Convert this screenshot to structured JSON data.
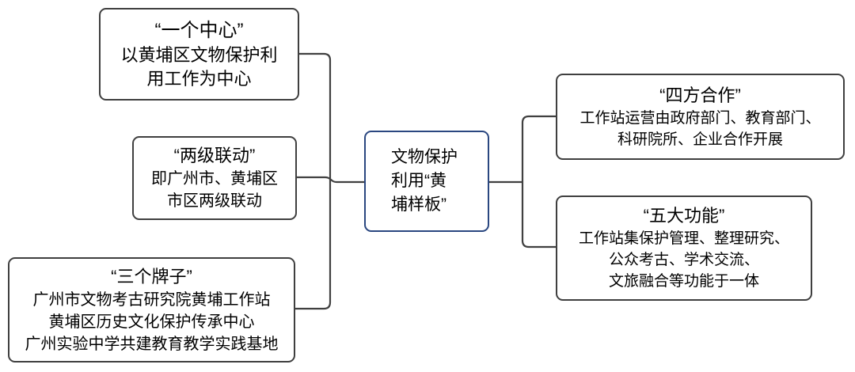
{
  "diagram": {
    "center_node": {
      "full_text": "文物保护利用“黄埔样板”",
      "lines": [
        "文物保护",
        "利用“黄",
        "埔样板”"
      ]
    },
    "left_nodes": [
      {
        "title": "“一个中心”",
        "lines": [
          "以黄埔区文物保护利",
          "用工作为中心"
        ]
      },
      {
        "title": "“两级联动”",
        "lines": [
          "即广州市、黄埔区",
          "市区两级联动"
        ]
      },
      {
        "title": "“三个牌子”",
        "lines": [
          "广州市文物考古研究院黄埔工作站",
          "黄埔区历史文化保护传承中心",
          "广州实验中学共建教育教学实践基地"
        ]
      }
    ],
    "right_nodes": [
      {
        "title": "“四方合作”",
        "lines": [
          "工作站运营由政府部门、教育部门、",
          "科研院所、企业合作开展"
        ]
      },
      {
        "title": "“五大功能”",
        "lines": [
          "工作站集保护管理、整理研究、",
          "公众考古、学术交流、",
          "文旅融合等功能于一体"
        ]
      }
    ],
    "colors": {
      "box_border": "#3f3f3f",
      "center_box_border": "#2a4780",
      "connector": "#404040",
      "background": "#ffffff",
      "text": "#000000"
    }
  }
}
